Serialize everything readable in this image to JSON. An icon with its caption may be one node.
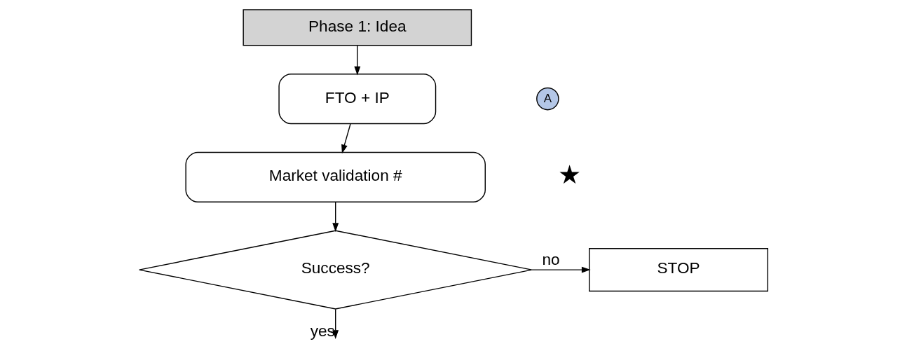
{
  "diagram": {
    "nodes": [
      {
        "text": [
          "Phase 1: Idea"
        ]
      },
      {
        "text": [
          "FTO + IP"
        ]
      },
      {
        "text": [
          "Market validation #"
        ]
      },
      {
        "text": [
          "Success?"
        ]
      },
      {
        "text": [
          "STOP"
        ]
      },
      {
        "text": [
          "A"
        ]
      }
    ],
    "edges": [
      {
        "from": 0,
        "to": 1,
        "arrow": "to"
      },
      {
        "from": 1,
        "to": 2,
        "arrow": "to"
      },
      {
        "from": 2,
        "to": 3,
        "arrow": "to"
      },
      {
        "from": 3,
        "to": 4,
        "label": "no",
        "arrow": "to"
      },
      {
        "from": 3,
        "to": null,
        "label": "yes",
        "arrow": "to"
      }
    ],
    "labels": [
      "★"
    ]
  }
}
